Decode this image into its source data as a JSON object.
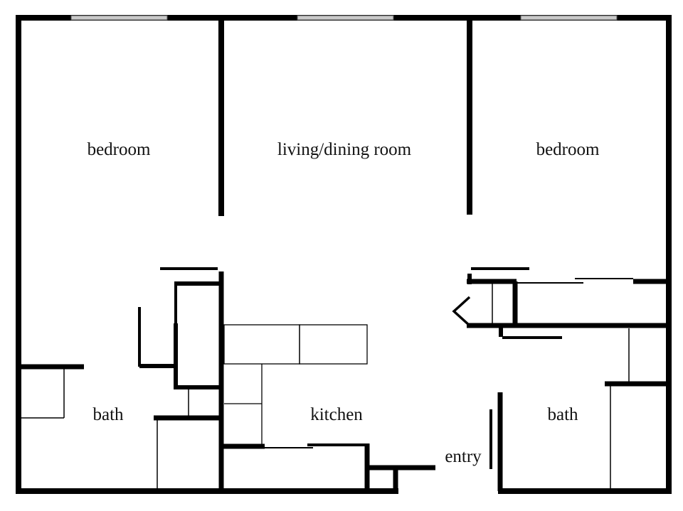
{
  "plan": {
    "rooms": {
      "bedroom_left": "bedroom",
      "living_dining": "living/dining room",
      "bedroom_right": "bedroom",
      "bath_left": "bath",
      "kitchen": "kitchen",
      "bath_right": "bath",
      "entry": "entry"
    },
    "colors": {
      "wall": "#000000",
      "window": "#c8c8c8",
      "background": "#ffffff"
    }
  }
}
